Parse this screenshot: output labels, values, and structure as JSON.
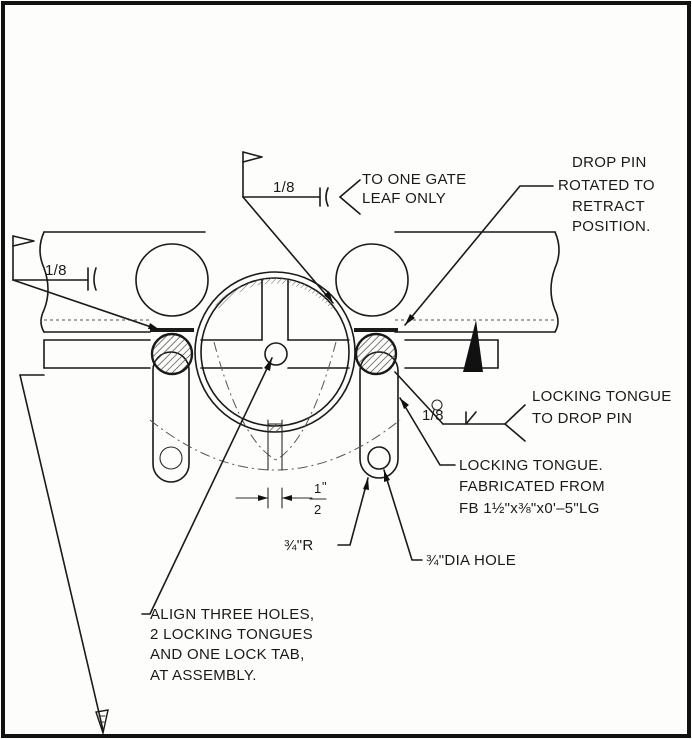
{
  "notes": {
    "weld_top": "1/8",
    "weld_top_note_1": "TO ONE GATE",
    "weld_top_note_2": "LEAF ONLY",
    "weld_left": "1/8",
    "drop_pin_1": "DROP PIN",
    "drop_pin_2": "ROTATED TO",
    "drop_pin_3": "RETRACT",
    "drop_pin_4": "POSITION.",
    "weld_right": "1/8",
    "locking_tongue_weld_1": "LOCKING TONGUE",
    "locking_tongue_weld_2": "TO DROP PIN",
    "tongue_1": "LOCKING TONGUE.",
    "tongue_2": "FABRICATED FROM",
    "tongue_3": "FB 1½\"x⅜\"x0'–5\"LG",
    "dim_half_num": "1",
    "dim_half_den": "2",
    "dim_half_unit": "\"",
    "radius": "¾\"R",
    "dia_hole": "¾\"DIA HOLE",
    "align_1": "ALIGN THREE HOLES,",
    "align_2": "2 LOCKING TONGUES",
    "align_3": "AND ONE LOCK TAB,",
    "align_4": "AT ASSEMBLY."
  },
  "colors": {
    "line": "#1a1a1a",
    "paper": "#fdfdfc",
    "hatch": "#444444"
  }
}
